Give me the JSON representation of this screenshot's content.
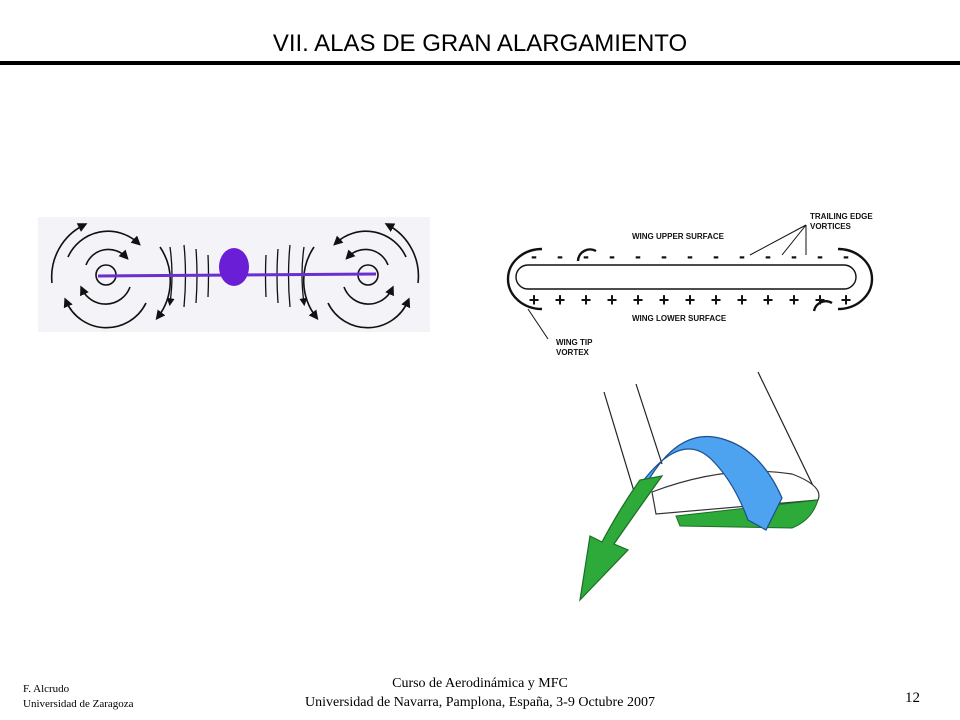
{
  "slide": {
    "title": "VII. ALAS DE GRAN ALARGAMIENTO"
  },
  "diagram": {
    "labels": {
      "trailing_edge_line1": "TRAILING EDGE",
      "trailing_edge_line2": "VORTICES",
      "upper_surface": "WING UPPER SURFACE",
      "lower_surface": "WING LOWER SURFACE",
      "wing_tip_line1": "WING TIP",
      "wing_tip_line2": "VORTEX"
    },
    "minus_sign": "-",
    "plus_sign": "+",
    "minus_count": 13,
    "plus_count": 13,
    "colors": {
      "vortex_sheet": "#6a2fd0",
      "fuselage": "#6a1fd6",
      "arrows": "#111111",
      "upper_ribbon": "#4ea3f0",
      "lower_ribbon": "#2eaa3a",
      "backdrop": "#f3f3f8"
    }
  },
  "footer": {
    "author": "F. Alcrudo",
    "affiliation": "Universidad de Zaragoza",
    "course": "Curso de Aerodinámica y MFC",
    "event": "Universidad de Navarra, Pamplona, España, 3-9 Octubre 2007",
    "page": "12"
  }
}
